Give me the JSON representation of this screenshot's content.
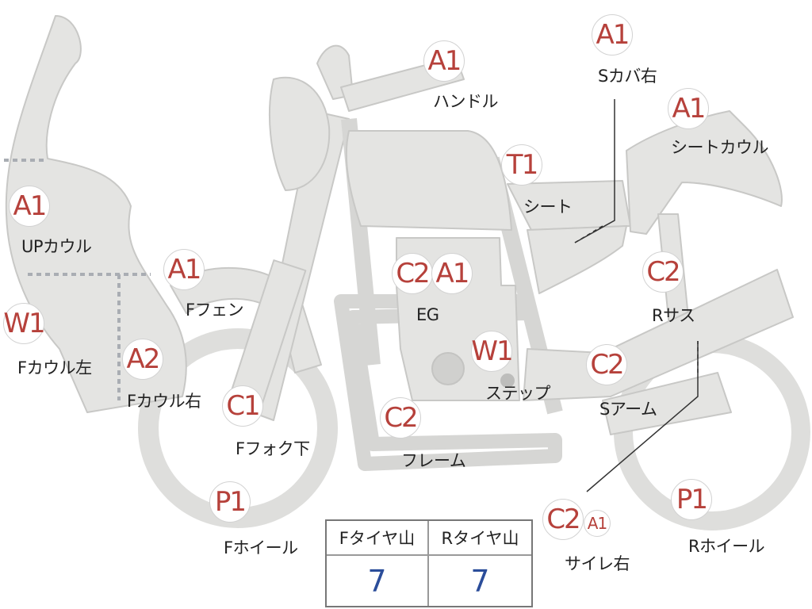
{
  "parts": [
    {
      "id": "handle",
      "code": "A1",
      "label": "ハンドル"
    },
    {
      "id": "s-cover-right",
      "code": "A1",
      "label": "Sカバ右"
    },
    {
      "id": "seat-cowl",
      "code": "A1",
      "label": "シートカウル"
    },
    {
      "id": "seat",
      "code": "T1",
      "label": "シート"
    },
    {
      "id": "up-cowl",
      "code": "A1",
      "label": "UPカウル"
    },
    {
      "id": "f-fender",
      "code": "A1",
      "label": "Fフェン"
    },
    {
      "id": "eg",
      "code": "C2",
      "code2": "A1",
      "label": "EG"
    },
    {
      "id": "r-suspension",
      "code": "C2",
      "label": "Rサス"
    },
    {
      "id": "f-cowl-left",
      "code": "W1",
      "label": "Fカウル左"
    },
    {
      "id": "f-cowl-right",
      "code": "A2",
      "label": "Fカウル右"
    },
    {
      "id": "step",
      "code": "W1",
      "label": "ステップ"
    },
    {
      "id": "s-arm",
      "code": "C2",
      "label": "Sアーム"
    },
    {
      "id": "f-fork-lower",
      "code": "C1",
      "label": "Fフォク下"
    },
    {
      "id": "frame",
      "code": "C2",
      "label": "フレーム"
    },
    {
      "id": "f-wheel",
      "code": "P1",
      "label": "Fホイール"
    },
    {
      "id": "silencer-right",
      "code": "C2",
      "code2": "A1",
      "label": "サイレ右"
    },
    {
      "id": "r-wheel",
      "code": "P1",
      "label": "Rホイール"
    }
  ],
  "tire_table": {
    "headers": [
      "Fタイヤ山",
      "Rタイヤ山"
    ],
    "values": [
      "7",
      "7"
    ]
  },
  "colors": {
    "body_fill": "#e4e4e2",
    "outline": "#c6c6c4",
    "code_text": "#b6413b",
    "value_text": "#2b4d9a"
  }
}
